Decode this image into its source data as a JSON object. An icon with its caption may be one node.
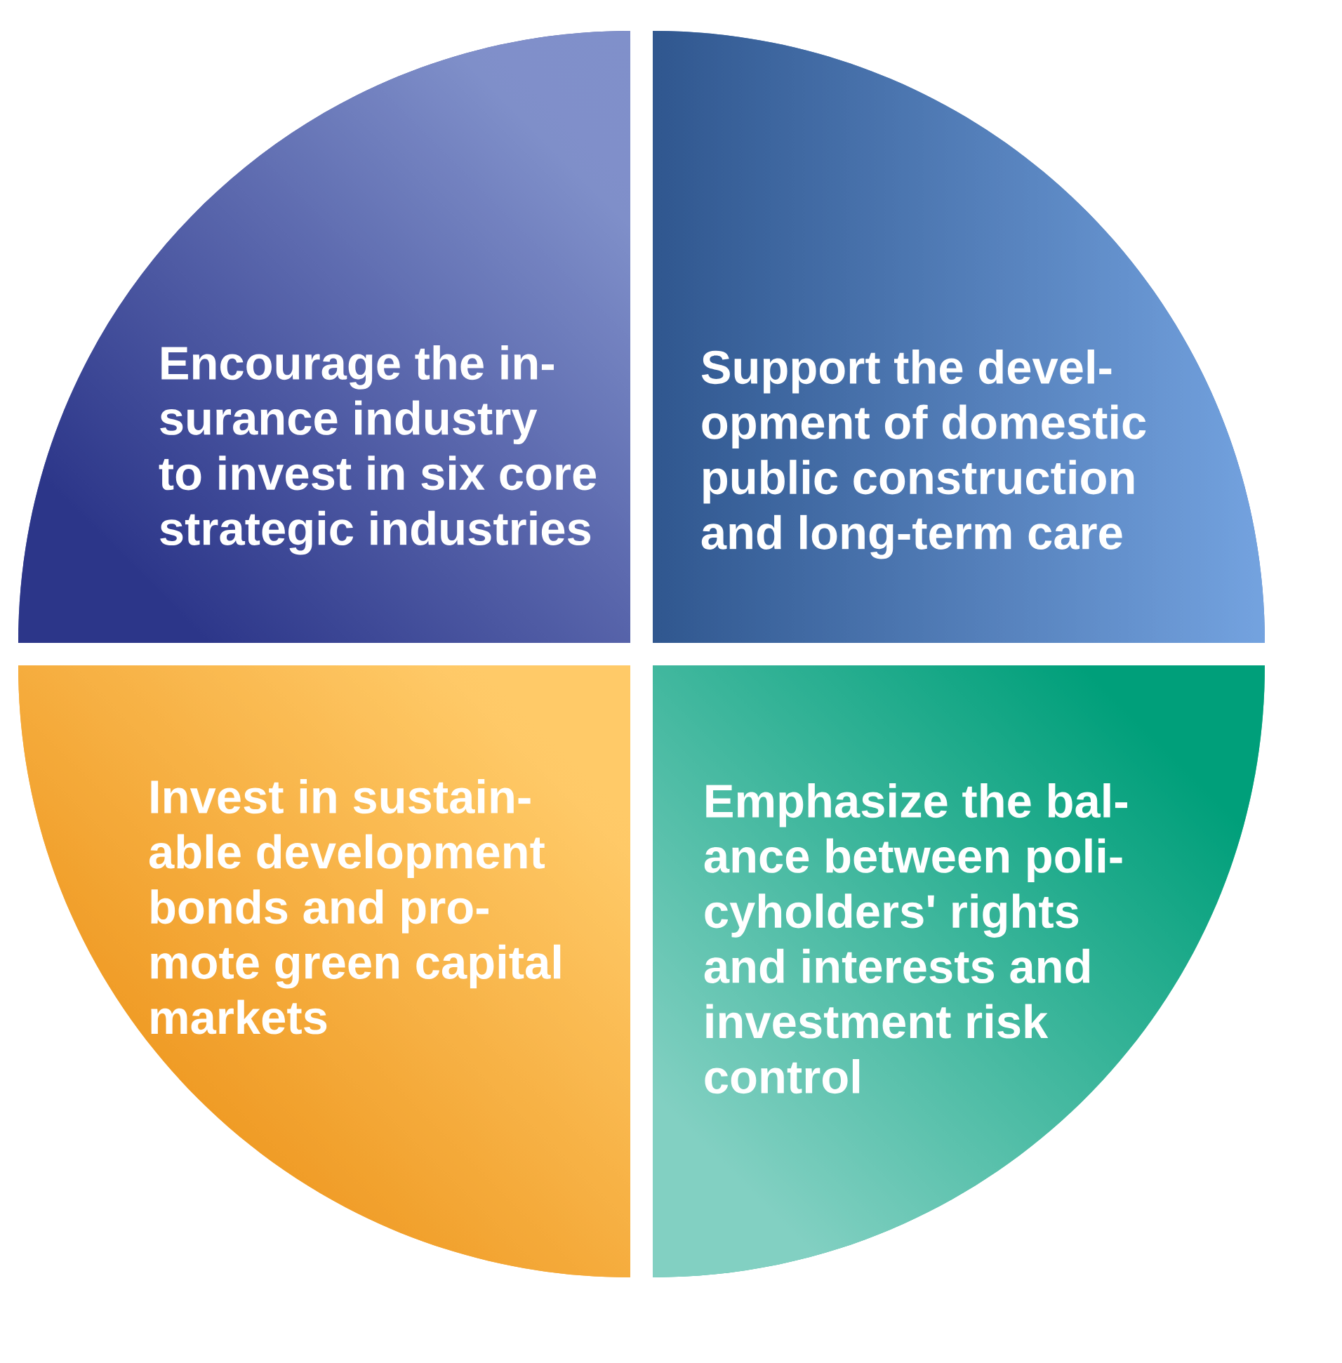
{
  "diagram": {
    "nodes": [
      {
        "text": [
          "Encourage the in- surance industry to invest in six core strategic industries"
        ]
      },
      {
        "text": [
          "Support the devel- opment of domestic public construction and long-term care"
        ]
      },
      {
        "text": [
          "Invest in sustain- able development bonds and pro- mote green capital markets"
        ]
      },
      {
        "text": [
          "Emphasize the bal- ance between poli- cyholders' rights and interests and investment risk control"
        ]
      }
    ]
  }
}
